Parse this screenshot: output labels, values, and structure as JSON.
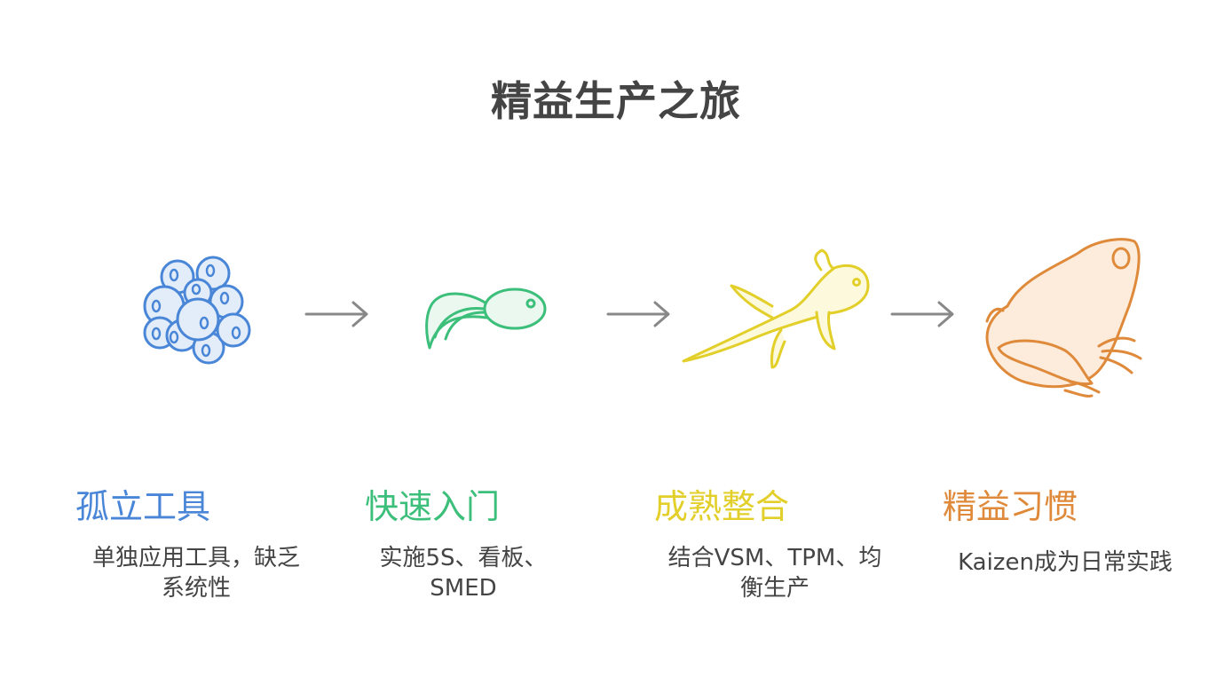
{
  "title": "精益生产之旅",
  "stages": [
    {
      "title": "孤立工具",
      "desc_line1": "单独应用工具，缺乏",
      "desc_line2": "系统性",
      "color": "#4a86d8",
      "icon": "frog-eggs-icon"
    },
    {
      "title": "快速入门",
      "desc_line1": "实施5S、看板、",
      "desc_line2": "SMED",
      "color": "#3cbf7a",
      "icon": "tadpole-icon"
    },
    {
      "title": "成熟整合",
      "desc_line1": "结合VSM、TPM、均",
      "desc_line2": "衡生产",
      "color": "#e2cf2a",
      "icon": "froglet-icon"
    },
    {
      "title": "精益习惯",
      "desc_line1": "Kaizen成为日常实践",
      "desc_line2": "",
      "color": "#df8a3a",
      "icon": "frog-icon"
    }
  ],
  "arrow_color": "#888888"
}
